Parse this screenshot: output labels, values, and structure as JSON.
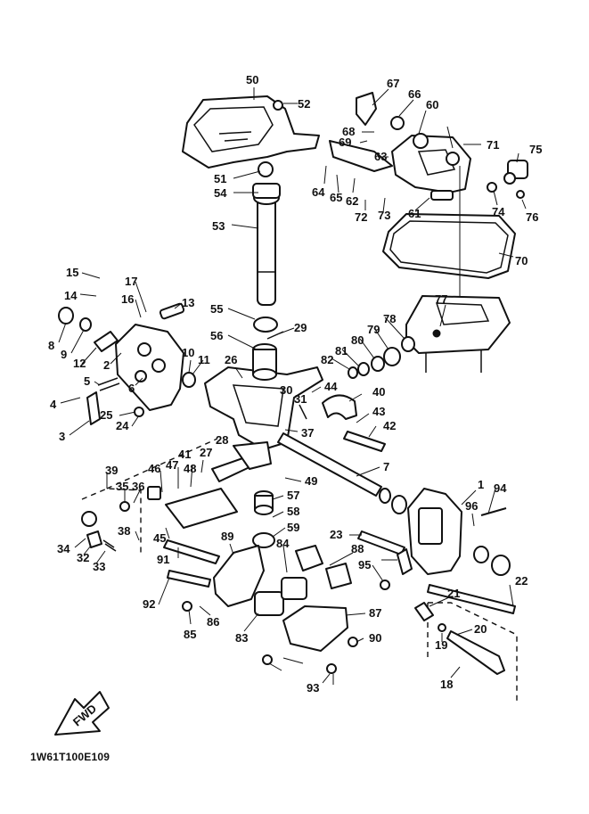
{
  "diagram_code": "1W61T100E109",
  "direction_label": "FWD",
  "callouts": [
    "50",
    "52",
    "51",
    "54",
    "53",
    "55",
    "56",
    "29",
    "26",
    "30",
    "31",
    "44",
    "40",
    "43",
    "42",
    "37",
    "7",
    "49",
    "57",
    "58",
    "59",
    "84",
    "83",
    "88",
    "87",
    "90",
    "86",
    "85",
    "93",
    "92",
    "91",
    "89",
    "45",
    "46",
    "47",
    "48",
    "41",
    "27",
    "28",
    "38",
    "39",
    "35",
    "36",
    "34",
    "32",
    "33",
    "15",
    "14",
    "17",
    "16",
    "13",
    "8",
    "9",
    "12",
    "2",
    "5",
    "6",
    "4",
    "3",
    "25",
    "24",
    "10",
    "11",
    "1",
    "94",
    "96",
    "95",
    "23",
    "22",
    "21",
    "20",
    "19",
    "18",
    "67",
    "66",
    "60",
    "68",
    "69",
    "71",
    "75",
    "63",
    "65",
    "62",
    "64",
    "72",
    "73",
    "61",
    "74",
    "76",
    "70",
    "77",
    "78",
    "79",
    "80",
    "81",
    "82"
  ]
}
